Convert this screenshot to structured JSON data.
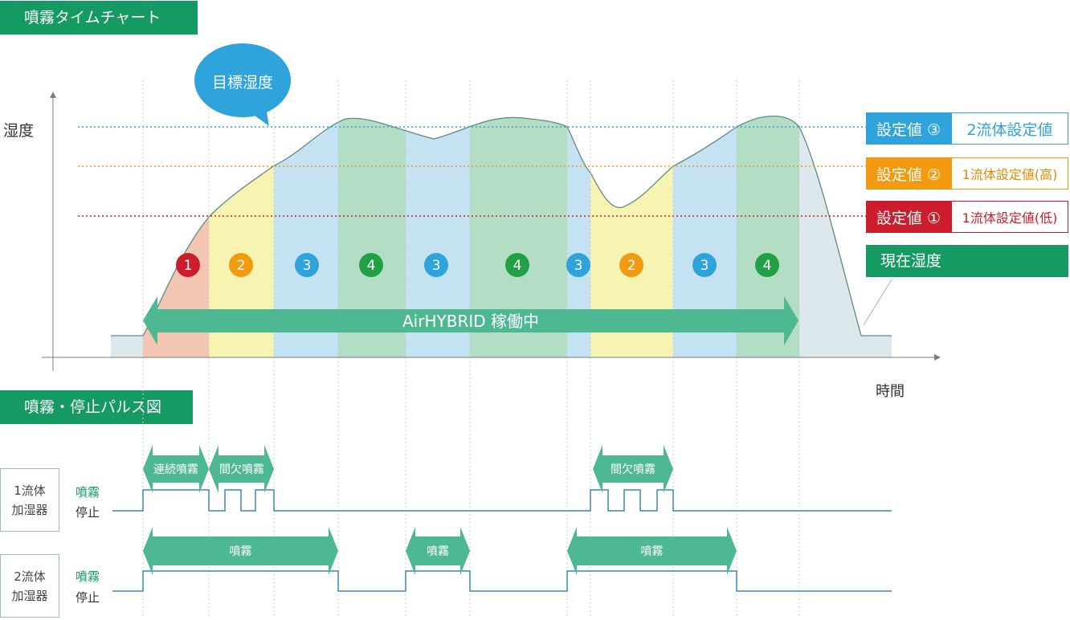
{
  "headers": {
    "chart_title": "噴霧タイムチャート",
    "pulse_title": "噴霧・停止パルス図"
  },
  "axis": {
    "y_label": "湿度",
    "x_label": "時間"
  },
  "target_bubble": "目標湿度",
  "setpoints": [
    {
      "key": "設定値 ③",
      "value": "2流体設定値",
      "color": "#2ea3dc"
    },
    {
      "key": "設定値 ②",
      "value": "1流体設定値(高)",
      "color": "#f29a10"
    },
    {
      "key": "設定値 ①",
      "value": "1流体設定値(低)",
      "color": "#cc1d2c"
    }
  ],
  "current_humidity": "現在湿度",
  "band_markers": [
    "1",
    "2",
    "3",
    "4",
    "3",
    "4",
    "3",
    "2",
    "3",
    "4"
  ],
  "operation_label": "AirHYBRID 稼働中",
  "pulse": {
    "device1": {
      "name": [
        "1流体",
        "加湿器"
      ],
      "states": [
        "噴霧",
        "停止"
      ],
      "arrows": [
        "連続噴霧",
        "間欠噴霧",
        "間欠噴霧"
      ]
    },
    "device2": {
      "name": [
        "2流体",
        "加湿器"
      ],
      "states": [
        "噴霧",
        "停止"
      ],
      "arrows": [
        "噴霧",
        "噴霧",
        "噴霧"
      ]
    }
  },
  "colors": {
    "brand_green": "#159a63",
    "arrow_green": "#4db891",
    "blue": "#2ea3dc",
    "orange": "#f29a10",
    "red": "#cc1d2c",
    "green_marker": "#22a046"
  }
}
